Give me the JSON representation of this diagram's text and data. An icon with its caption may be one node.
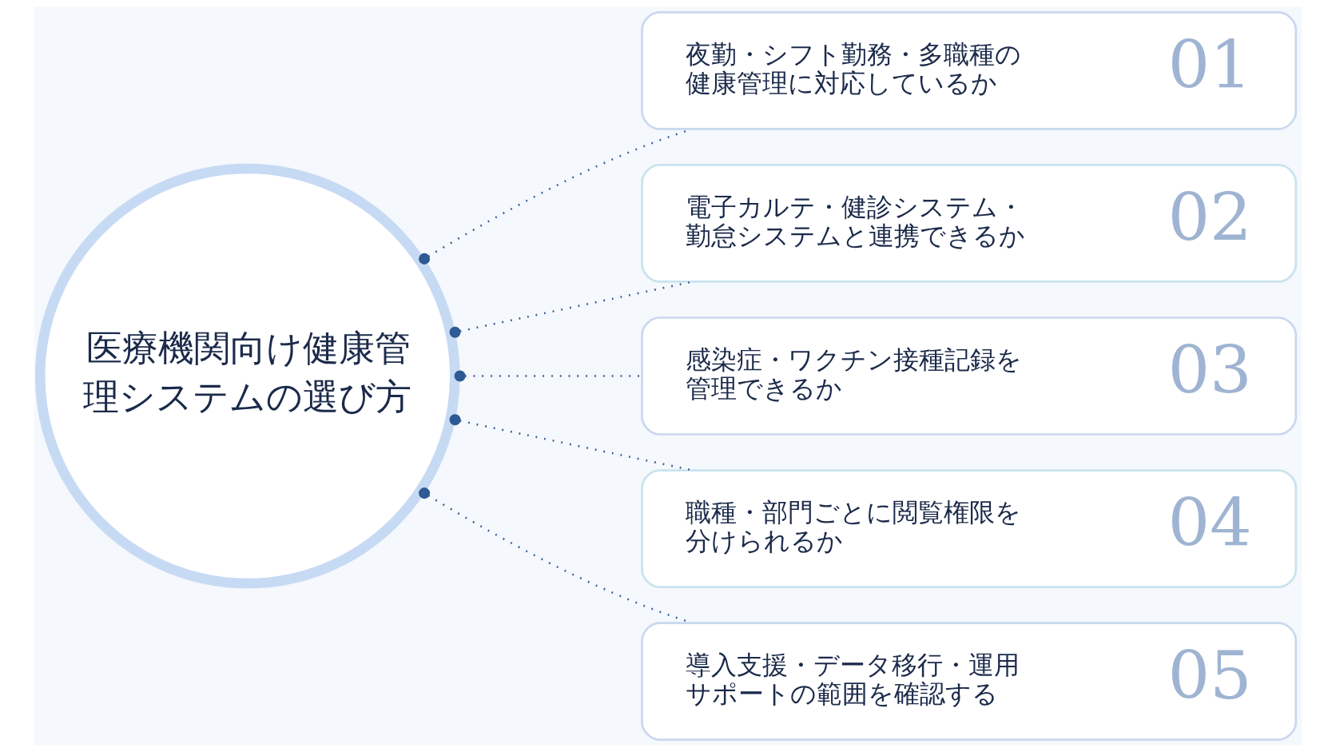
{
  "diagram": {
    "nodes": [
      {
        "text": [
          "医療機関向け健康管理システムの選び方"
        ]
      },
      {
        "text": [
          "夜勤・シフト勤務・多職種の健康管理に対応しているか",
          "01"
        ]
      },
      {
        "text": [
          "電子カルテ・健診システム・勤怠システムと連携できるか",
          "02"
        ]
      },
      {
        "text": [
          "感染症・ワクチン接種記録を管理できるか",
          "03"
        ]
      },
      {
        "text": [
          "職種・部門ごとに閲覧権限を分けられるか",
          "04"
        ]
      },
      {
        "text": [
          "導入支援・データ移行・運用サポートの範囲を確認する",
          "05"
        ]
      }
    ],
    "edges": [
      {
        "from": 0,
        "to": 1,
        "arrow": "other",
        "style": "dashed"
      },
      {
        "from": 0,
        "to": 2,
        "arrow": "other",
        "style": "dashed"
      },
      {
        "from": 0,
        "to": 3,
        "arrow": "other",
        "style": "dashed"
      },
      {
        "from": 0,
        "to": 4,
        "arrow": "other",
        "style": "dashed"
      },
      {
        "from": 0,
        "to": 5,
        "arrow": "other",
        "style": "dashed"
      }
    ]
  }
}
